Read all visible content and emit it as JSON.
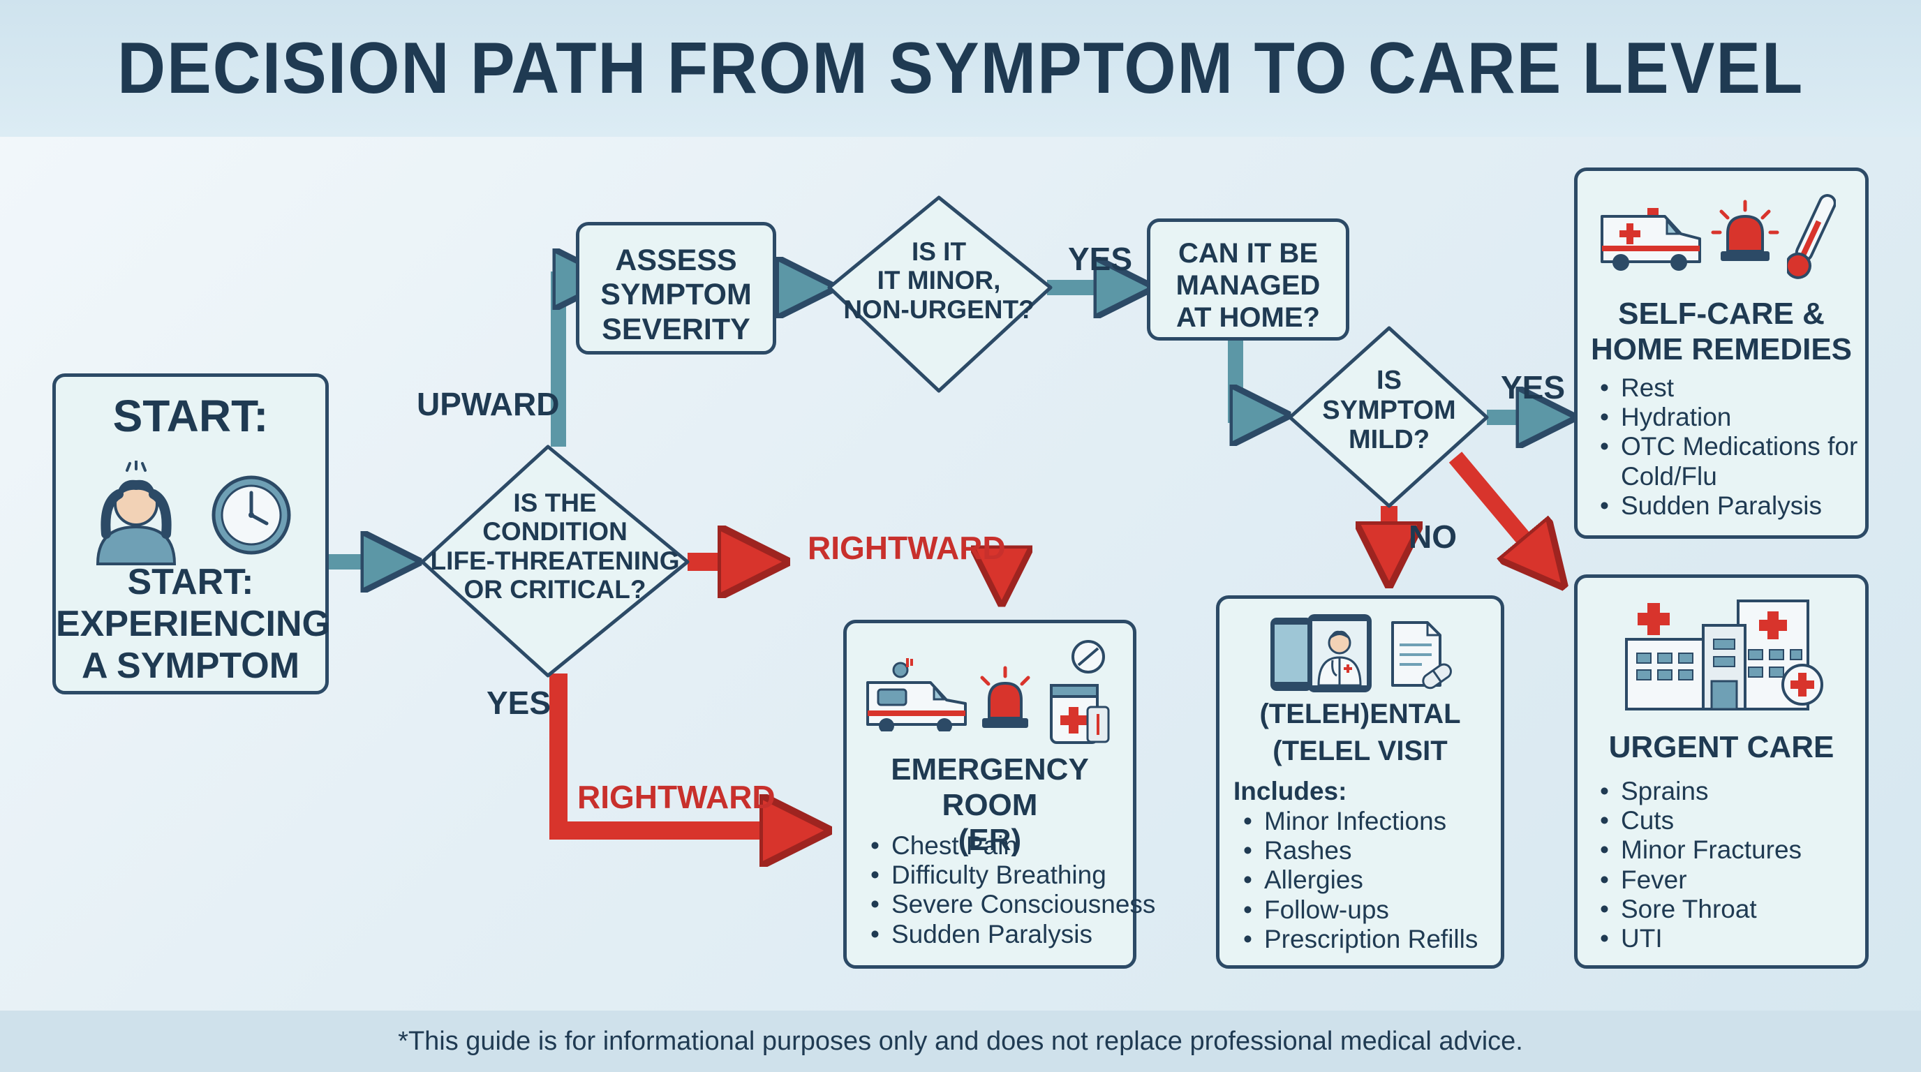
{
  "title": "DECISION PATH FROM SYMPTOM TO CARE LEVEL",
  "footer": "*This guide is for informational purposes only and does not replace professional medical advice.",
  "colors": {
    "accent_blue": "#5c97a6",
    "alert_red": "#d8342c",
    "ink": "#1f3a52",
    "box_fill": "#e8f4f5"
  },
  "start": {
    "top": "START:",
    "bottom": "START:\nEXPERIENCING\nA SYMPTOM"
  },
  "decisions": {
    "life_threatening": "IS THE\nCONDITION\nLIFE-THREATENING\nOR CRITICAL?",
    "minor": "IS IT\nIT MINOR,\nNON-URGENT?",
    "mild": "IS\nSYMPTOM\nMILD?"
  },
  "process": {
    "assess": "ASSESS\nSYMPTOM\nSEVERITY",
    "home": "CAN IT BE\nMANAGED\nAT HOME?"
  },
  "edge_labels": {
    "upward": "UPWARD",
    "rightward_top": "RIGHTWARD",
    "rightward_bottom": "RIGHTWARD",
    "yes_left": "YES",
    "yes_minor": "YES",
    "yes_mild": "YES",
    "no_mild": "NO"
  },
  "er": {
    "heading": "EMERGENCY ROOM\n(ER)",
    "items": [
      "Chest Pain",
      "Difficulty Breathing",
      "Severe Consciousness",
      "Sudden Paralysis"
    ]
  },
  "tele": {
    "heading1": "(TELEH)ENTAL",
    "heading2": "(TELEL VISIT",
    "includes": "Includes:",
    "items": [
      "Minor Infections",
      "Rashes",
      "Allergies",
      "Follow-ups",
      "Prescription Refills"
    ]
  },
  "selfcare": {
    "heading": "SELF-CARE &\nHOME REMEDIES",
    "items": [
      "Rest",
      "Hydration",
      "OTC Medications for Cold/Flu",
      "Sudden Paralysis"
    ]
  },
  "urgent": {
    "heading": "URGENT CARE",
    "items": [
      "Sprains",
      "Cuts",
      "Minor Fractures",
      "Fever",
      "Sore Throat",
      "UTI"
    ]
  },
  "icons": [
    "stressed-person-icon",
    "clock-icon",
    "ambulance-icon",
    "siren-icon",
    "medicine-icon",
    "pill-icon",
    "smartphone-icon",
    "doctor-video-icon",
    "prescription-icon",
    "thermometer-icon",
    "hospital-icon"
  ]
}
